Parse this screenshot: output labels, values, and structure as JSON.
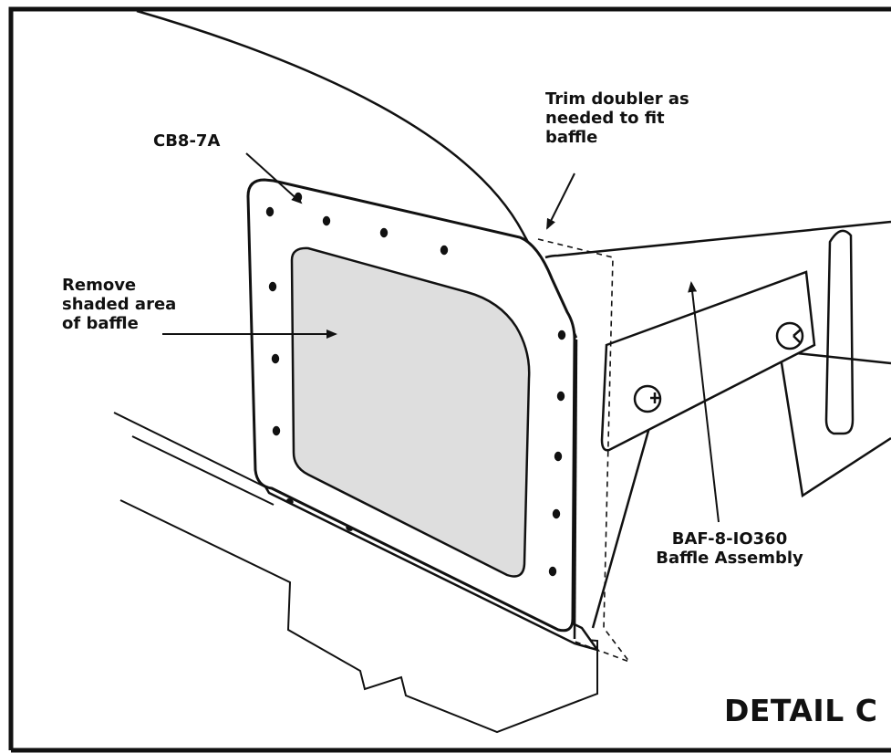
{
  "labels": {
    "cb8": "CB8-7A",
    "trim": "Trim doubler as\nneeded to fit\nbaffle",
    "remove": "Remove\nshaded area\nof baffle",
    "baf": "BAF-8-IO360\nBaffle Assembly",
    "detail": "DETAIL C"
  },
  "colors": {
    "line": "#111111",
    "shade": "#dedede",
    "background": "#ffffff"
  }
}
